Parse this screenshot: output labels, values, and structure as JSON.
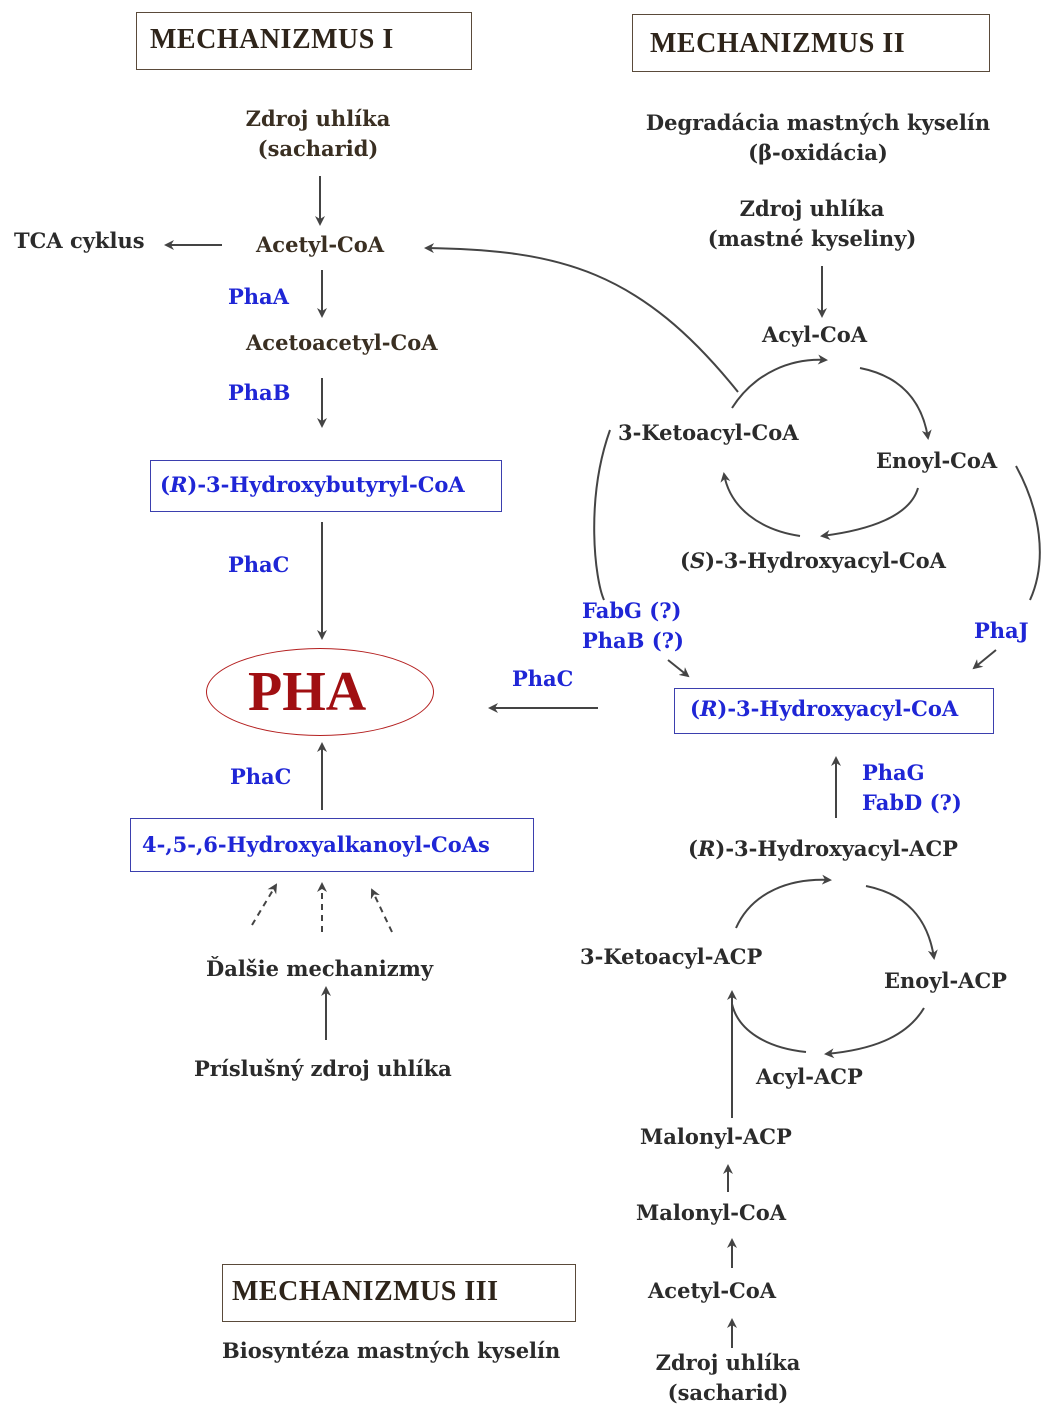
{
  "mechanisms": {
    "m1": "MECHANIZMUS I",
    "m2": "MECHANIZMUS II",
    "m3": "MECHANIZMUS III"
  },
  "m1": {
    "source_line1": "Zdroj uhlíka",
    "source_line2": "(sacharid)",
    "tca": "TCA cyklus",
    "acetyl_coa": "Acetyl-CoA",
    "enzyme_phaA": "PhaA",
    "acetoacetyl_coa": "Acetoacetyl-CoA",
    "enzyme_phaB": "PhaB",
    "hb_prefix": "(",
    "hb_r": "R",
    "hb_rest": ")-3-Hydroxybutyryl-CoA",
    "enzyme_phaC": "PhaC"
  },
  "pha": "PHA",
  "m2": {
    "degradation_line1": "Degradácia mastných kyselín",
    "degradation_line2": "(β-oxidácia)",
    "source_line1": "Zdroj uhlíka",
    "source_line2": "(mastné kyseliny)",
    "acyl_coa": "Acyl-CoA",
    "ketoacyl_coa": "3-Ketoacyl-CoA",
    "enoyl_coa": "Enoyl-CoA",
    "s_prefix": "(",
    "s_s": "S",
    "s_rest": ")-3-Hydroxyacyl-CoA",
    "fabG": "FabG (?)",
    "phaB": "PhaB (?)",
    "phaJ": "PhaJ",
    "phaC": "PhaC",
    "r_prefix": "(",
    "r_r": "R",
    "r_rest": ")-3-Hydroxyacyl-CoA"
  },
  "m3_other": {
    "hydroxyalkanoyl": "4-,5-,6-Hydroxyalkanoyl-CoAs",
    "enzyme_phaC": "PhaC",
    "other_mechanisms": "Ďalšie mechanizmy",
    "source": "Príslušný zdroj uhlíka"
  },
  "m3": {
    "subtitle": "Biosyntéza mastných kyselín",
    "phaG": "PhaG",
    "fabD": "FabD (?)",
    "acp_prefix": "(",
    "acp_r": "R",
    "acp_rest": ")-3-Hydroxyacyl-ACP",
    "ketoacyl_acp": "3-Ketoacyl-ACP",
    "enoyl_acp": "Enoyl-ACP",
    "acyl_acp": "Acyl-ACP",
    "malonyl_acp": "Malonyl-ACP",
    "malonyl_coa": "Malonyl-CoA",
    "acetyl_coa": "Acetyl-CoA",
    "source_line1": "Zdroj uhlíka",
    "source_line2": "(sacharid)"
  },
  "colors": {
    "enzyme": "#1f26d6",
    "metabolite": "#2b2b2b",
    "pha": "#a00f12",
    "arrow": "#444444"
  }
}
